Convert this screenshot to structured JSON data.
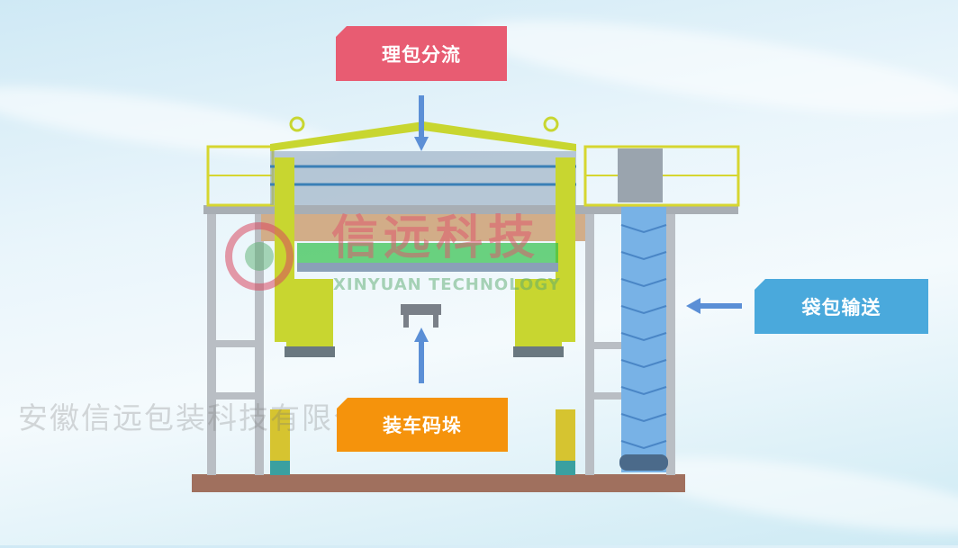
{
  "callouts": {
    "top": "理包分流",
    "right": "袋包输送",
    "bottom": "装车码垛"
  },
  "watermark": {
    "company": "安徽信远包装科技有限公司",
    "logo_cn": "信远科技",
    "logo_en": "XINYUAN TECHNOLOGY"
  },
  "colors": {
    "top_callout": "#e85c72",
    "right_callout": "#4aa9dc",
    "bottom_callout": "#f5930c",
    "arrow": "#5b8fd6",
    "frame": "#b9bec4",
    "machinery": "#c8d630",
    "floor": "#a0705e"
  }
}
